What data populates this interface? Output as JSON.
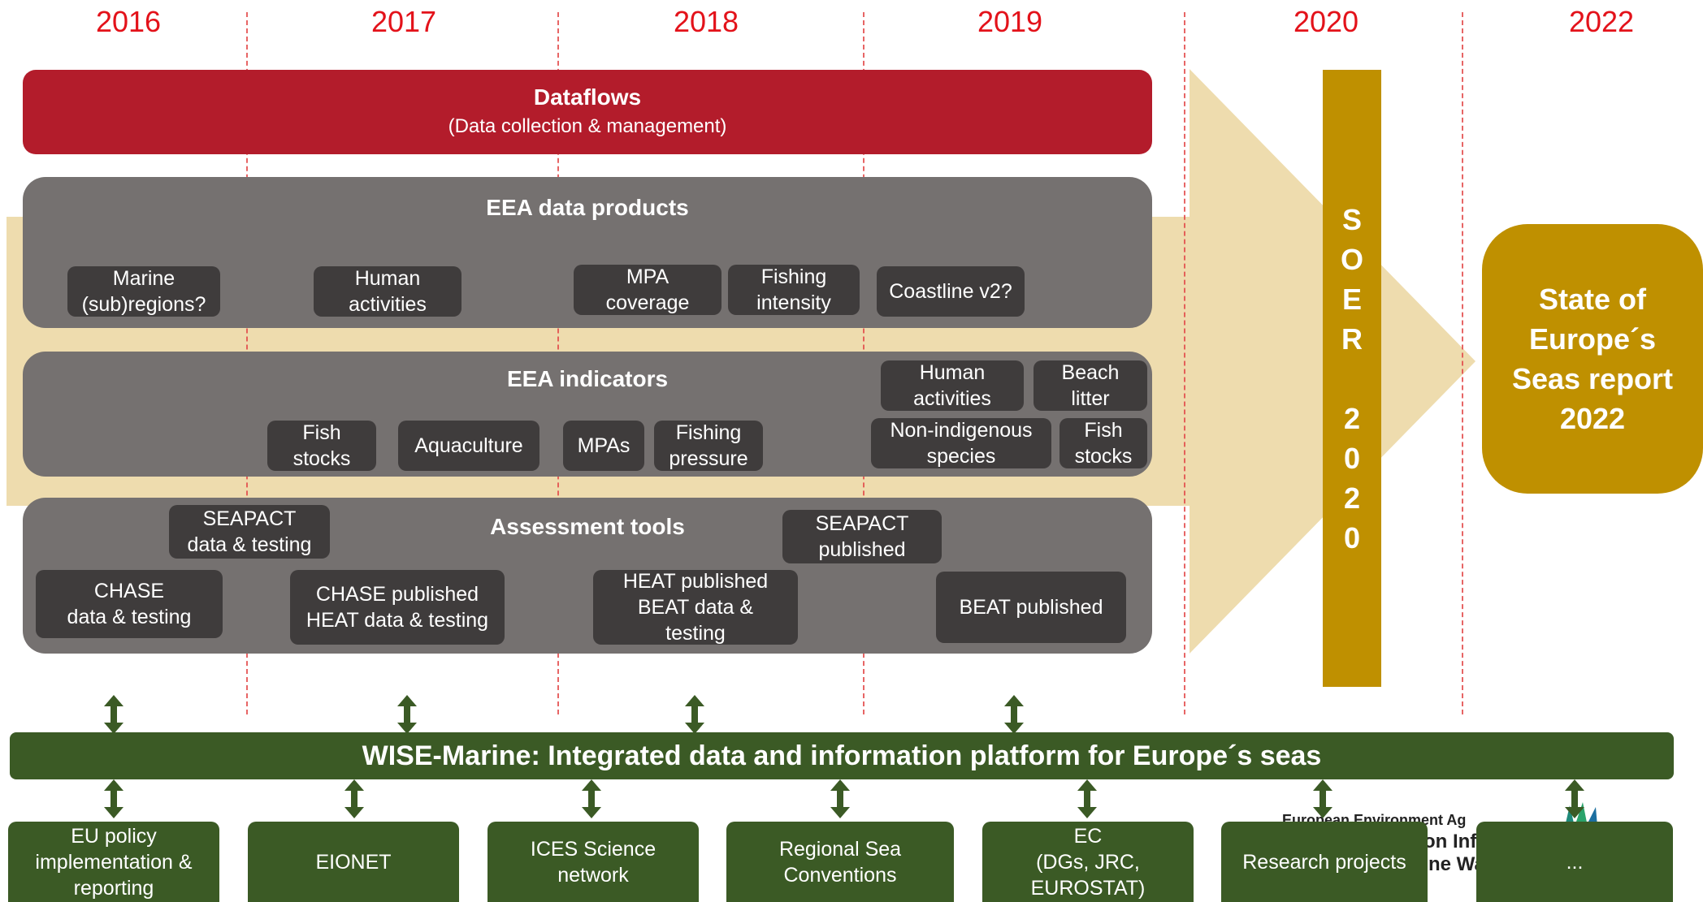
{
  "years": [
    "2016",
    "2017",
    "2018",
    "2019",
    "2020",
    "2022"
  ],
  "dataflows": {
    "title": "Dataflows",
    "subtitle": "(Data collection & management)"
  },
  "products": {
    "title": "EEA data products",
    "items": [
      "Marine\n(sub)regions?",
      "Human\nactivities",
      "MPA\ncoverage",
      "Fishing\nintensity",
      "Coastline v2?"
    ]
  },
  "indicators": {
    "title": "EEA indicators",
    "items": [
      "Fish\nstocks",
      "Aquaculture",
      "MPAs",
      "Fishing\npressure",
      "Human\nactivities",
      "Beach\nlitter",
      "Non-indigenous\nspecies",
      "Fish\nstocks"
    ]
  },
  "tools": {
    "title": "Assessment tools",
    "items": [
      "SEAPACT\ndata & testing",
      "CHASE\ndata & testing",
      "CHASE published\nHEAT data & testing",
      "HEAT published\nBEAT data &\ntesting",
      "SEAPACT\npublished",
      "BEAT published"
    ]
  },
  "soer": {
    "letters": [
      "S",
      "O",
      "E",
      "R",
      "",
      "2",
      "0",
      "2",
      "0"
    ]
  },
  "report": {
    "title": "State of\nEurope´s\nSeas report\n2022"
  },
  "wise": {
    "title": "WISE-Marine: Integrated data and information platform for Europe´s seas"
  },
  "partners": [
    "EU policy\nimplementation &\nreporting",
    "EIONET",
    "ICES Science\nnetwork",
    "Regional Sea\nConventions",
    "EC\n(DGs, JRC,\nEUROSTAT)",
    "Research projects",
    "..."
  ],
  "background_logo": {
    "line1": "European Environment Ag",
    "line2": "on Inf",
    "line3": "ne Wa"
  },
  "colors": {
    "year": "#e3121a",
    "dataflows": "#b31c2b",
    "panel": "#757170",
    "chip": "#3f3c3c",
    "band": "#eedcae",
    "soer": "#bf9000",
    "green": "#3b5a25"
  }
}
